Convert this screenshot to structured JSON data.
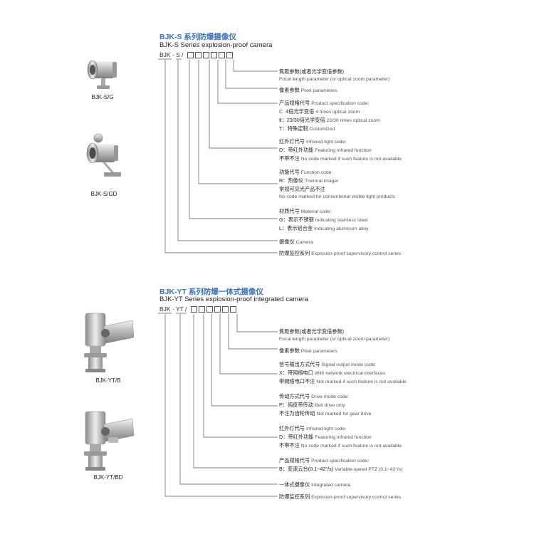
{
  "sectionS": {
    "title_cn": "BJK-S 系列防爆摄像仪",
    "title_en": "BJK-S Series explosion-proof camera",
    "code_prefix": "BJK - S /",
    "products": [
      {
        "caption": "BJK-S/G"
      },
      {
        "caption": "BJK-S/GD"
      }
    ],
    "entries": [
      {
        "lines": [
          {
            "cn": "焦距参数(或者光学变倍参数)",
            "en": ""
          },
          {
            "cn": "",
            "en": "Focal length parameter (or optical zoom parameter)"
          }
        ]
      },
      {
        "lines": [
          {
            "cn": "像素参数",
            "en": "Pixel parameters"
          }
        ]
      },
      {
        "lines": [
          {
            "cn": "产品规格代号",
            "en": "Product specification code:"
          },
          {
            "cn": "Ⅰ：4倍光学变倍",
            "en": "4 times optical zoom"
          },
          {
            "cn": "Ⅱ：23/30倍光学变倍",
            "en": "23/30 times optical zoom"
          },
          {
            "cn": "T：特殊定制",
            "en": "Customized"
          }
        ]
      },
      {
        "lines": [
          {
            "cn": "红外灯代号",
            "en": "Infrared light code:"
          },
          {
            "cn": "D：带红外功能",
            "en": "Featuring infrared function"
          },
          {
            "cn": "不带不注",
            "en": "No code marked if such feature is not available"
          }
        ]
      },
      {
        "lines": [
          {
            "cn": "功能代号",
            "en": "Function code:"
          },
          {
            "cn": "R：热像仪",
            "en": "Thermal imager"
          },
          {
            "cn": "常规可见光产品不注",
            "en": ""
          },
          {
            "cn": "",
            "en": "No code marked for conventional visible light products"
          }
        ]
      },
      {
        "lines": [
          {
            "cn": "材质代号",
            "en": "Material code:"
          },
          {
            "cn": "G：表示不锈钢",
            "en": "Indicating stainless steel"
          },
          {
            "cn": "L：表示铝合金",
            "en": "Indicating aluminum alloy"
          }
        ]
      },
      {
        "lines": [
          {
            "cn": "摄像仪",
            "en": "Camera"
          }
        ]
      },
      {
        "lines": [
          {
            "cn": "防爆监控系列",
            "en": "Explosion-proof supervisory control series"
          }
        ]
      }
    ]
  },
  "sectionYT": {
    "title_cn": "BJK-YT 系列防爆一体式摄像仪",
    "title_en": "BJK-YT Series explosion-proof integrated camera",
    "code_prefix": "BJK - YT /",
    "products": [
      {
        "caption": "BJK-YT/B"
      },
      {
        "caption": "BJK-YT/BD"
      }
    ],
    "entries": [
      {
        "lines": [
          {
            "cn": "焦距参数(或者光学变倍参数)",
            "en": ""
          },
          {
            "cn": "",
            "en": "Focal length parameter (or optical zoom parameter)"
          }
        ]
      },
      {
        "lines": [
          {
            "cn": "像素参数",
            "en": "Pixel parameters"
          }
        ]
      },
      {
        "lines": [
          {
            "cn": "信号输出方式代号",
            "en": "Signal output mode code:"
          },
          {
            "cn": "X：带网络电口",
            "en": "With network electrical interfaces"
          },
          {
            "cn": "带网络电口不注",
            "en": "Not marked if such feature is not available"
          }
        ]
      },
      {
        "lines": [
          {
            "cn": "传动方式代号",
            "en": "Drive mode code:"
          },
          {
            "cn": "P：纯皮带传动",
            "en": "Belt drive only"
          },
          {
            "cn": "不注为齿轮传动",
            "en": "Not marked for gear drive"
          }
        ]
      },
      {
        "lines": [
          {
            "cn": "红外灯代号",
            "en": "Infrared light code:"
          },
          {
            "cn": "D：带红外功能",
            "en": "Featuring infrared function"
          },
          {
            "cn": "不带不注",
            "en": "No code marked if such feature is not available"
          }
        ]
      },
      {
        "lines": [
          {
            "cn": "产品规格代号",
            "en": "Product specification code:"
          },
          {
            "cn": "B：变速云台(0.1~42°/s)",
            "en": "Variable-speed PTZ (0.1~42°/s)"
          }
        ]
      },
      {
        "lines": [
          {
            "cn": "一体式摄像仪",
            "en": "Integrated camera"
          }
        ]
      },
      {
        "lines": [
          {
            "cn": "防爆监控系列",
            "en": "Explosion-proof supervisory control series"
          }
        ]
      }
    ]
  }
}
